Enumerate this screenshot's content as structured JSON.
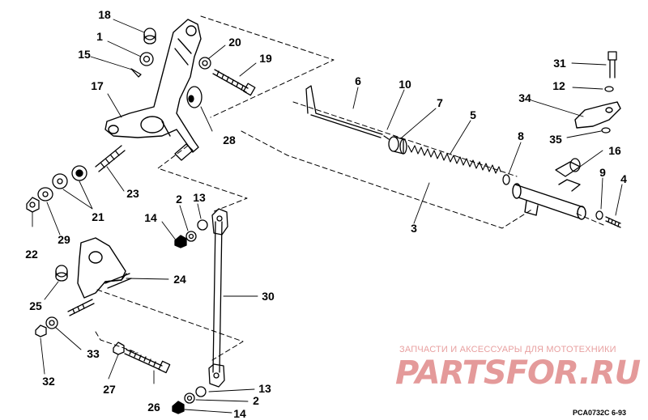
{
  "callouts": {
    "c18": "18",
    "c1": "1",
    "c15": "15",
    "c17": "17",
    "c20": "20",
    "c19": "19",
    "c28": "28",
    "c23": "23",
    "c21": "21",
    "c22": "22",
    "c29": "29",
    "c2a": "2",
    "c13a": "13",
    "c14a": "14",
    "c24": "24",
    "c25": "25",
    "c30": "30",
    "c33": "33",
    "c32": "32",
    "c27": "27",
    "c26": "26",
    "c13b": "13",
    "c2b": "2",
    "c14b": "14",
    "c6": "6",
    "c10": "10",
    "c7": "7",
    "c5": "5",
    "c8": "8",
    "c3": "3",
    "c31": "31",
    "c12": "12",
    "c34": "34",
    "c35": "35",
    "c16": "16",
    "c9": "9",
    "c4": "4"
  },
  "watermark": {
    "tagline": "ЗАПЧАСТИ И АКСЕССУАРЫ ДЛЯ МОТОТЕХНИКИ",
    "logo": "PARTSFOR.RU"
  },
  "figure_code": "PCA0732C   6-93"
}
